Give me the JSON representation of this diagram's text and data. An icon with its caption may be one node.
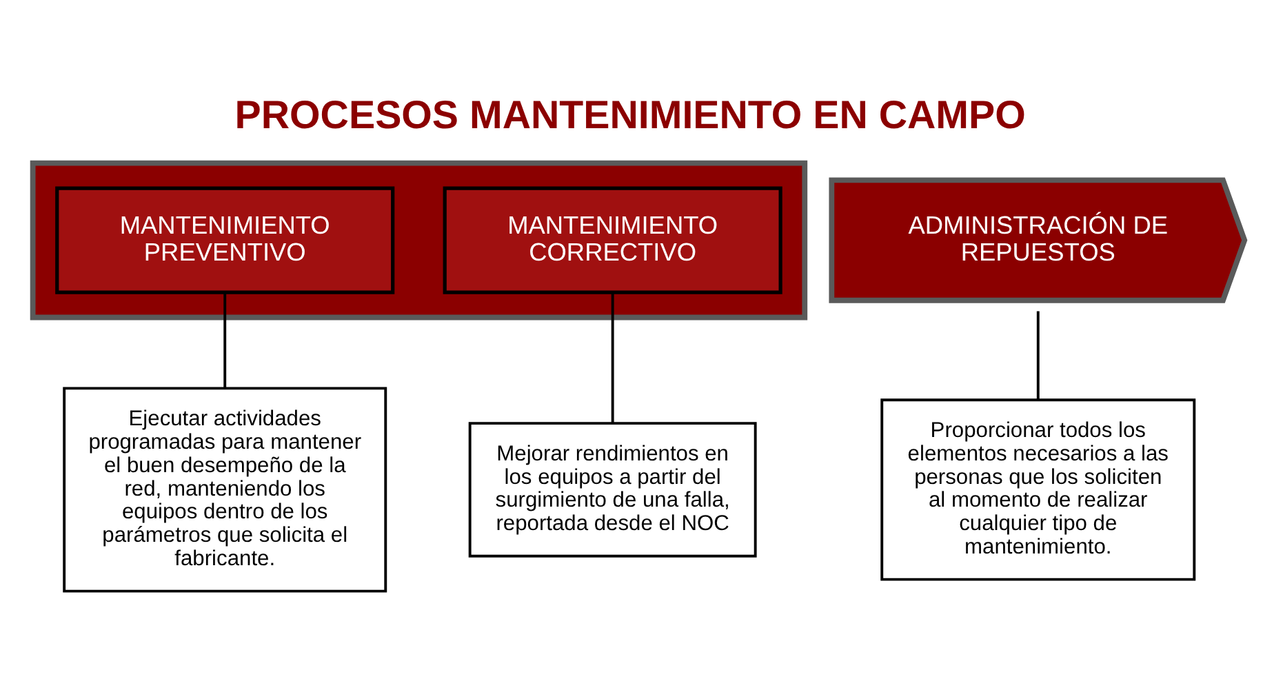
{
  "diagram": {
    "title": "PROCESOS MANTENIMIENTO EN CAMPO",
    "nodes": [
      {
        "text": [],
        "shape": "chevron"
      },
      {
        "text": [
          "MANTENIMIENTO PREVENTIVO"
        ],
        "in": 0
      },
      {
        "text": [
          "MANTENIMIENTO CORRECTIVO"
        ],
        "in": 0
      },
      {
        "text": [
          "ADMINISTRACIÓN DE REPUESTOS"
        ]
      },
      {
        "text": [
          "Ejecutar actividades programadas para mantener el buen desempeño de la red, manteniendo los equipos dentro de los parámetros que solicita el fabricante."
        ]
      },
      {
        "text": [
          "Mejorar rendimientos en los equipos a partir del surgimiento de una falla, reportada desde el NOC"
        ]
      },
      {
        "text": [
          "Proporcionar todos los elementos necesarios a las personas que los soliciten al momento de realizar cualquier tipo de mantenimiento."
        ]
      }
    ],
    "edges": [
      {
        "from": 1,
        "to": 4,
        "arrow": "none"
      },
      {
        "from": 2,
        "to": 5,
        "arrow": "none"
      },
      {
        "from": 3,
        "to": 6,
        "arrow": "none"
      }
    ]
  }
}
